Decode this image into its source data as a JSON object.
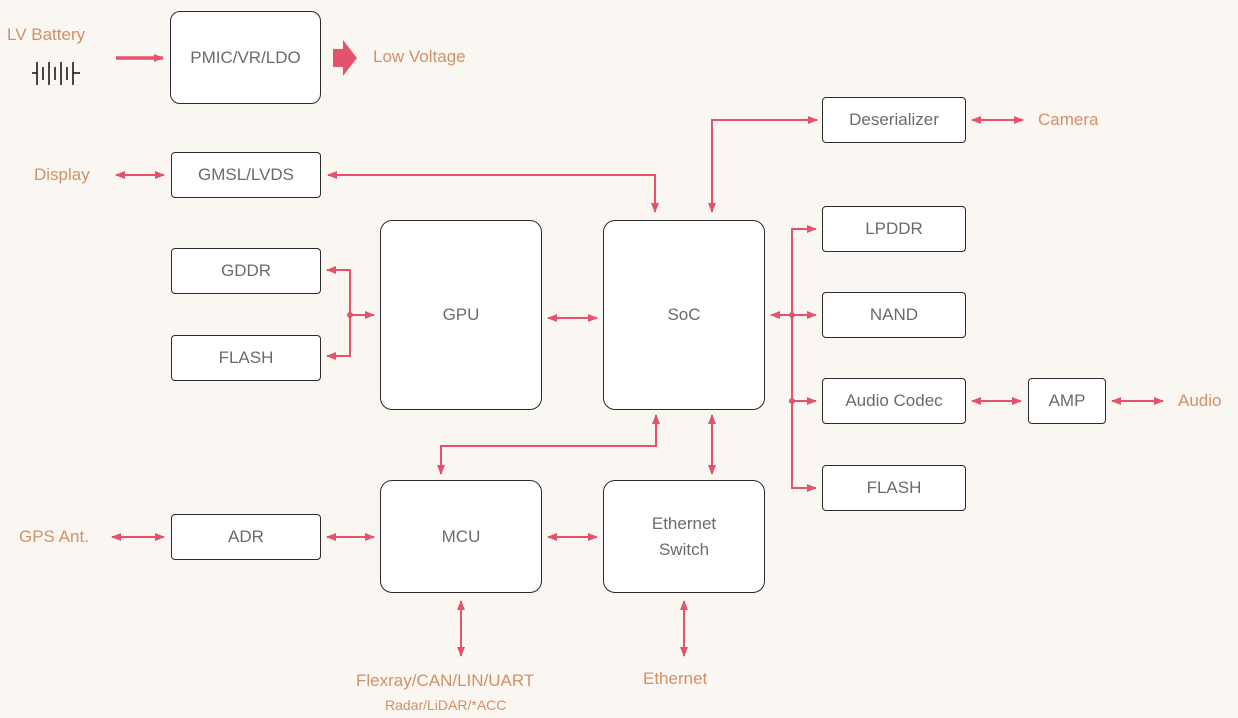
{
  "colors": {
    "line": "#e5526b",
    "external_text": "#d39066",
    "box_text": "#6b6b6b",
    "box_border": "#2b2b2b",
    "background": "#faf6f1"
  },
  "blocks": {
    "pmic": "PMIC/VR/LDO",
    "deserializer": "Deserializer",
    "gmsl": "GMSL/LVDS",
    "gddr": "GDDR",
    "flash_left": "FLASH",
    "gpu": "GPU",
    "soc": "SoC",
    "lpddr": "LPDDR",
    "nand": "NAND",
    "audio_codec": "Audio Codec",
    "amp": "AMP",
    "flash_right": "FLASH",
    "adr": "ADR",
    "mcu": "MCU",
    "ethernet_switch_line1": "Ethernet",
    "ethernet_switch_line2": "Switch"
  },
  "external": {
    "lv_battery": "LV Battery",
    "low_voltage": "Low Voltage",
    "camera": "Camera",
    "display": "Display",
    "audio": "Audio",
    "gps_ant": "GPS Ant.",
    "flexray": "Flexray/CAN/LIN/UART",
    "radar": "Radar/LiDAR/*ACC",
    "ethernet": "Ethernet"
  },
  "icons": {
    "battery": "battery-symbol-icon"
  }
}
